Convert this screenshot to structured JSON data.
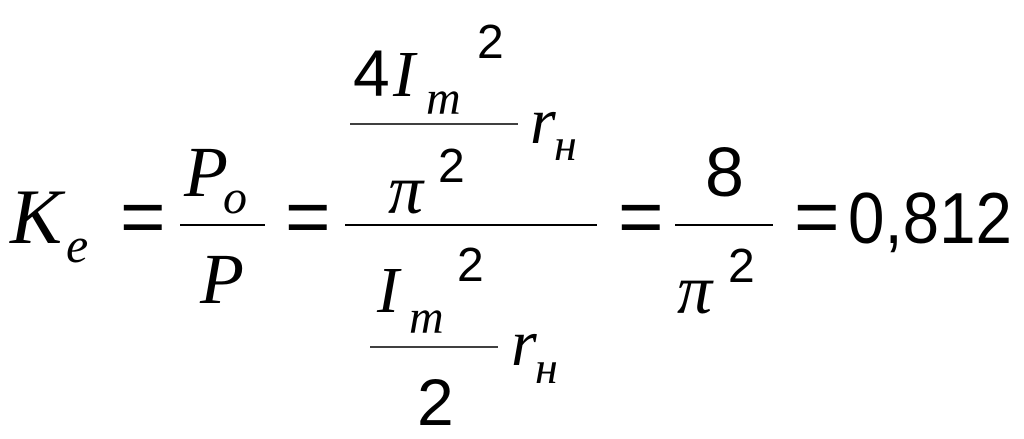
{
  "formula": {
    "lhs": {
      "symbol": "K",
      "subscript": "e"
    },
    "equals": "=",
    "term1": {
      "numerator": {
        "symbol": "P",
        "subscript": "o"
      },
      "denominator": "P"
    },
    "term2": {
      "numerator": {
        "inner_numerator": {
          "coefficient": "4",
          "symbol": "I",
          "subscript": "m",
          "exponent": "2"
        },
        "inner_denominator": {
          "symbol": "π",
          "exponent": "2"
        },
        "factor": {
          "symbol": "r",
          "subscript": "н"
        }
      },
      "denominator": {
        "inner_numerator": {
          "symbol": "I",
          "subscript": "m",
          "exponent": "2"
        },
        "inner_denominator": "2",
        "factor": {
          "symbol": "r",
          "subscript": "н"
        }
      }
    },
    "term3": {
      "numerator": "8",
      "denominator": {
        "symbol": "π",
        "exponent": "2"
      }
    },
    "result": "0,812"
  }
}
